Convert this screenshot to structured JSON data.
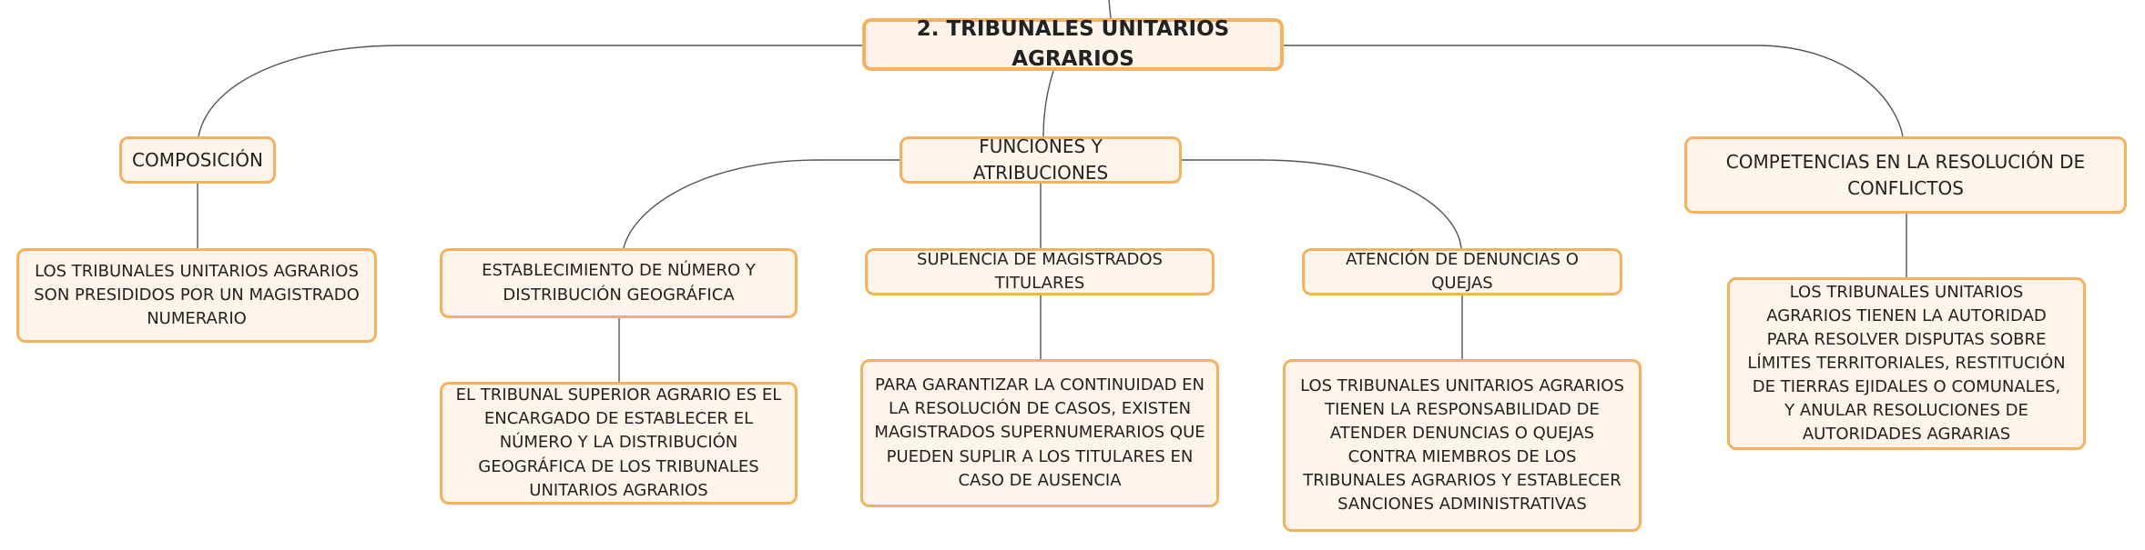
{
  "root": {
    "label": "2. TRIBUNALES UNITARIOS AGRARIOS"
  },
  "branches": [
    {
      "label": "COMPOSICIÓN",
      "detail": "LOS TRIBUNALES UNITARIOS AGRARIOS SON PRESIDIDOS POR UN MAGISTRADO NUMERARIO"
    },
    {
      "label": "FUNCIONES Y ATRIBUCIONES",
      "children": [
        {
          "label": "ESTABLECIMIENTO DE NÚMERO Y DISTRIBUCIÓN GEOGRÁFICA",
          "detail": "EL TRIBUNAL SUPERIOR AGRARIO ES EL ENCARGADO DE ESTABLECER EL NÚMERO Y LA DISTRIBUCIÓN GEOGRÁFICA DE LOS TRIBUNALES UNITARIOS AGRARIOS"
        },
        {
          "label": "SUPLENCIA DE MAGISTRADOS TITULARES",
          "detail": "PARA GARANTIZAR LA CONTINUIDAD EN LA RESOLUCIÓN DE CASOS, EXISTEN MAGISTRADOS SUPERNUMERARIOS QUE PUEDEN SUPLIR A LOS TITULARES EN CASO DE AUSENCIA"
        },
        {
          "label": "ATENCIÓN DE DENUNCIAS O QUEJAS",
          "detail": "LOS TRIBUNALES UNITARIOS AGRARIOS TIENEN LA RESPONSABILIDAD DE ATENDER DENUNCIAS O QUEJAS CONTRA MIEMBROS DE LOS TRIBUNALES AGRARIOS Y ESTABLECER SANCIONES ADMINISTRATIVAS"
        }
      ]
    },
    {
      "label": "COMPETENCIAS EN LA RESOLUCIÓN DE CONFLICTOS",
      "detail": "LOS TRIBUNALES UNITARIOS AGRARIOS TIENEN LA AUTORIDAD PARA RESOLVER DISPUTAS SOBRE LÍMITES TERRITORIALES, RESTITUCIÓN DE TIERRAS EJIDALES O COMUNALES, Y ANULAR RESOLUCIONES DE AUTORIDADES AGRARIAS"
    }
  ],
  "colors": {
    "border": "#f5b25e",
    "fill": "#fef4ea",
    "line": "#555555"
  }
}
